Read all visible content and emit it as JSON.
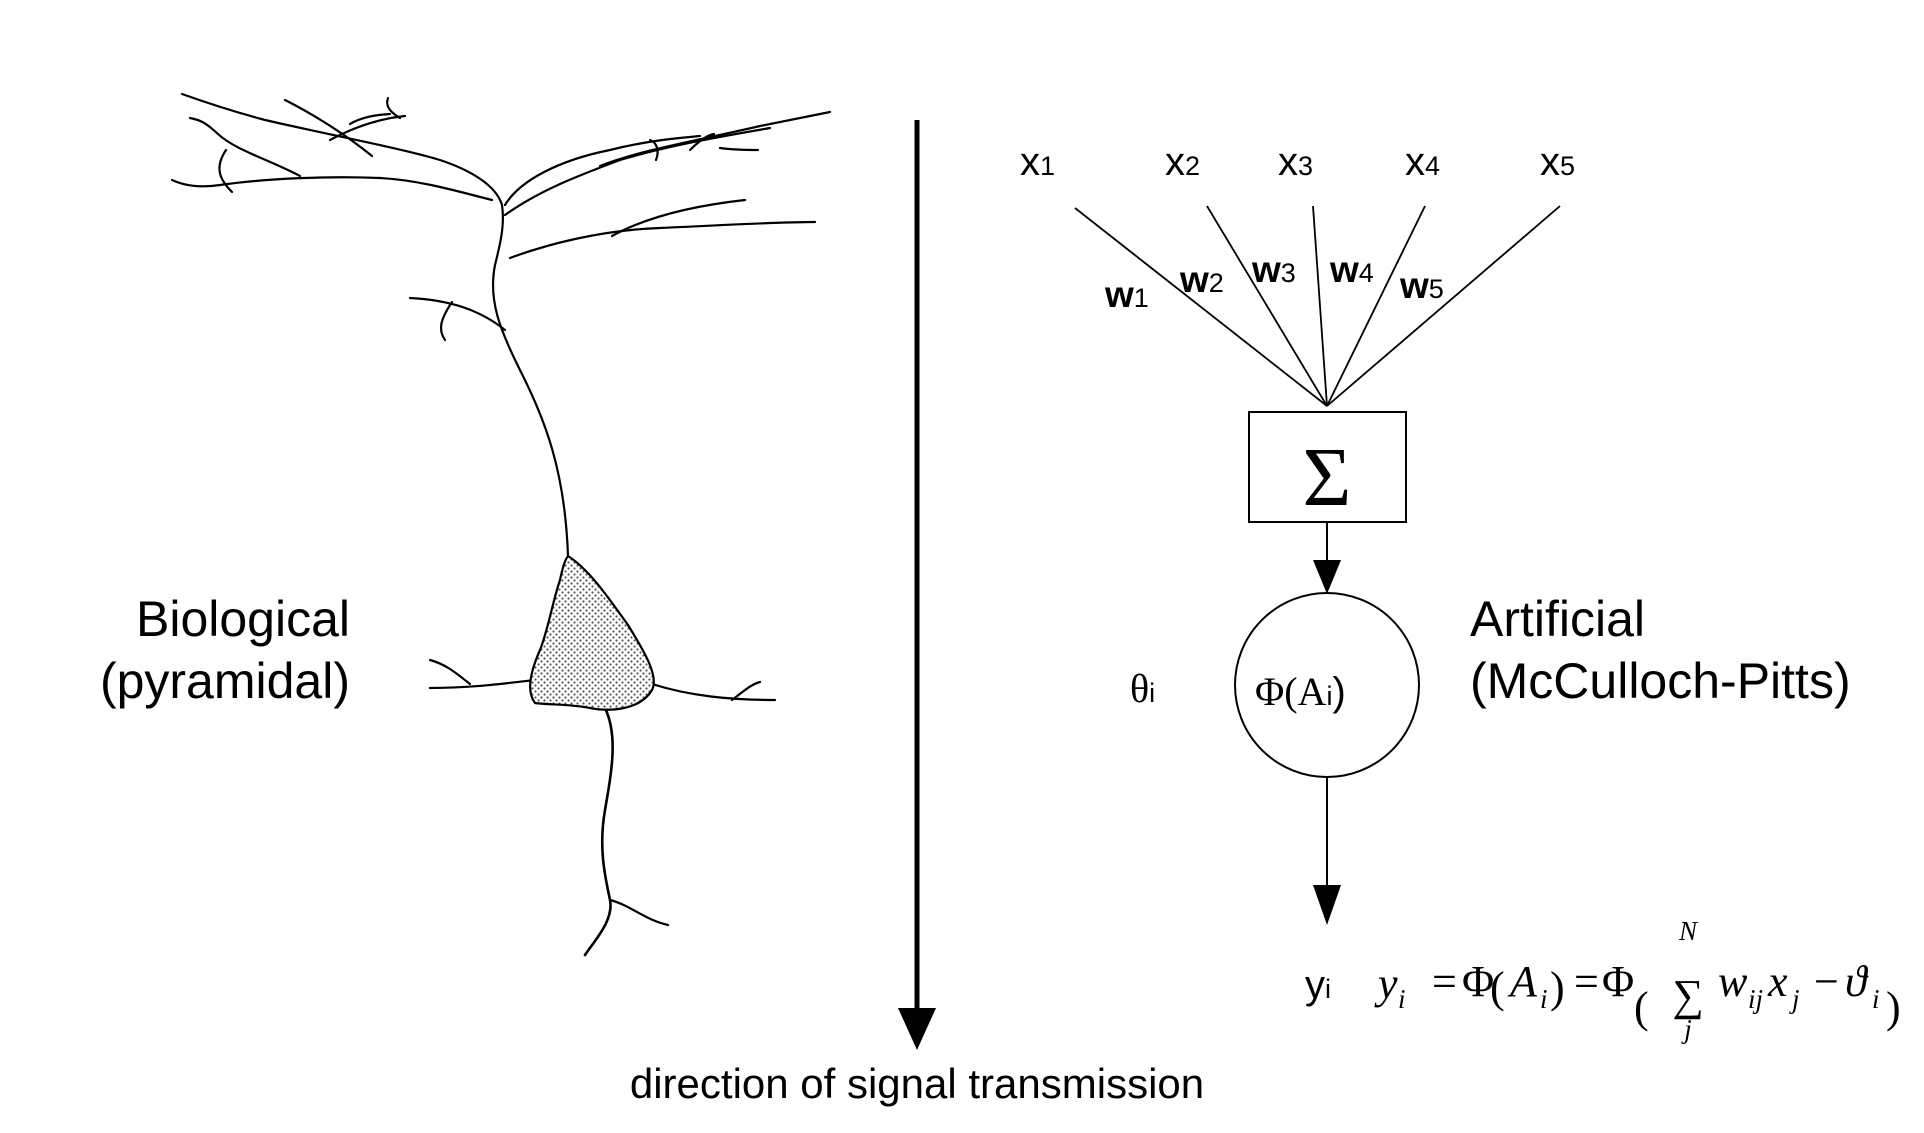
{
  "left": {
    "label_line1": "Biological",
    "label_line2": "(pyramidal)"
  },
  "right": {
    "label_line1": "Artificial",
    "label_line2": "(McCulloch-Pitts)"
  },
  "inputs": [
    {
      "name": "x",
      "index": "1"
    },
    {
      "name": "x",
      "index": "2"
    },
    {
      "name": "x",
      "index": "3"
    },
    {
      "name": "x",
      "index": "4"
    },
    {
      "name": "x",
      "index": "5"
    }
  ],
  "weights": [
    {
      "name": "w",
      "index": "1"
    },
    {
      "name": "w",
      "index": "2"
    },
    {
      "name": "w",
      "index": "3"
    },
    {
      "name": "w",
      "index": "4"
    },
    {
      "name": "w",
      "index": "5"
    }
  ],
  "sum_symbol": "Σ",
  "activation": {
    "phi": "Φ(A",
    "sub": "i",
    "close": ")"
  },
  "threshold": {
    "symbol": "θ",
    "sub": "i"
  },
  "output": {
    "symbol": "y",
    "sub": "i"
  },
  "formula": {
    "y": "y",
    "y_sub": "i",
    "eq1": "=",
    "phi1": "Φ",
    "a": "A",
    "a_sub": "i",
    "eq2": "=",
    "phi2": "Φ",
    "sum_top": "N",
    "sum_bottom": "j",
    "w": "w",
    "w_sub": "ij",
    "x": "x",
    "x_sub": "j",
    "minus": "−",
    "theta": "ϑ",
    "theta_sub": "i"
  },
  "caption": "direction of signal transmission"
}
